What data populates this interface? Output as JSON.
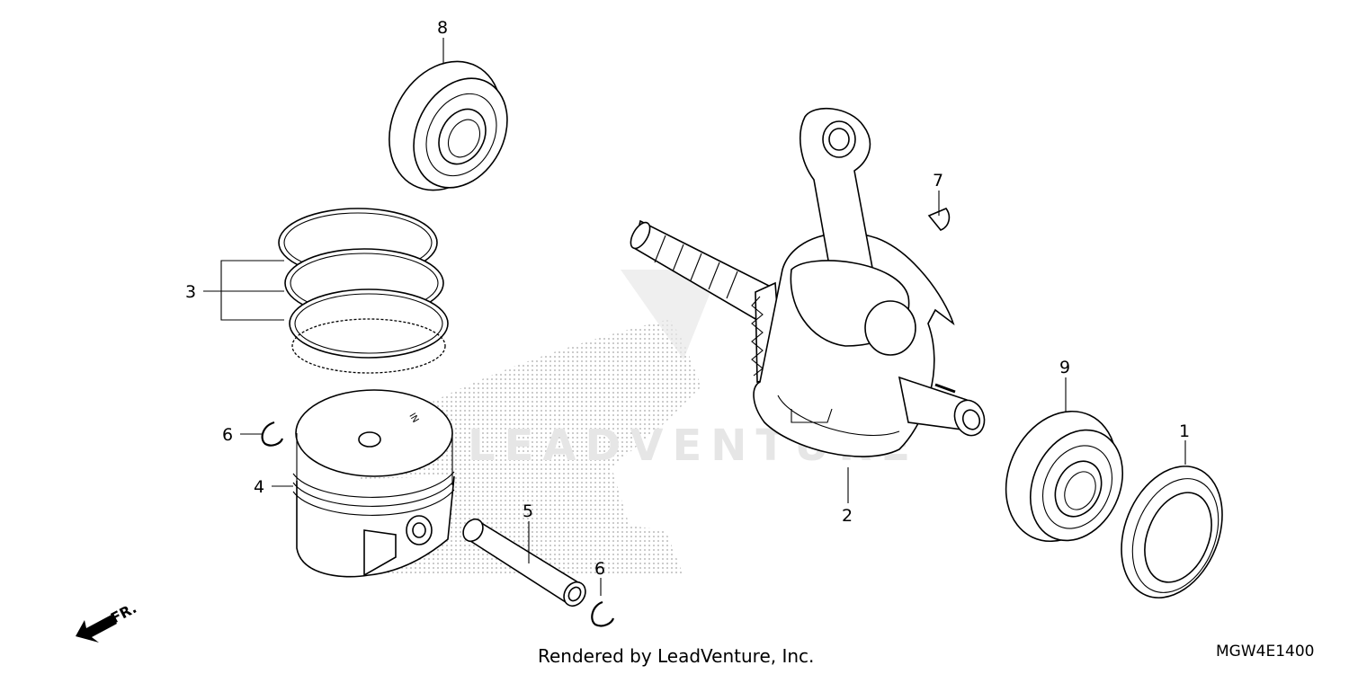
{
  "diagram": {
    "callouts": [
      {
        "id": "8",
        "part": "bearing"
      },
      {
        "id": "3",
        "part": "piston rings"
      },
      {
        "id": "6",
        "part": "piston pin clip (left)"
      },
      {
        "id": "4",
        "part": "piston"
      },
      {
        "id": "5",
        "part": "piston pin"
      },
      {
        "id": "6",
        "part": "piston pin clip (right)"
      },
      {
        "id": "7",
        "part": "woodruff key"
      },
      {
        "id": "2",
        "part": "crankshaft"
      },
      {
        "id": "9",
        "part": "bearing"
      },
      {
        "id": "1",
        "part": "oil seal"
      }
    ],
    "direction_label": "FR.",
    "piston_mark": "IN",
    "watermark": "LEADVENTURE"
  },
  "footer": {
    "credit": "Rendered by LeadVenture, Inc.",
    "code": "MGW4E1400"
  }
}
